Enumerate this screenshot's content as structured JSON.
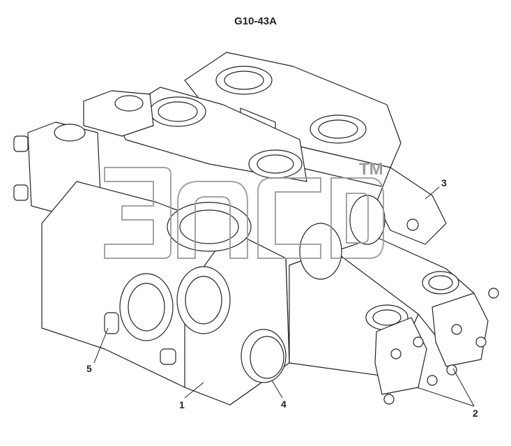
{
  "diagram": {
    "title": "G10-43A",
    "watermark_mark": "TM",
    "callouts": [
      {
        "id": "1",
        "label": "1"
      },
      {
        "id": "2",
        "label": "2"
      },
      {
        "id": "3",
        "label": "3"
      },
      {
        "id": "4",
        "label": "4"
      },
      {
        "id": "5",
        "label": "5"
      }
    ]
  },
  "colors": {
    "line": "#222222",
    "fill": "#ffffff",
    "watermark": "#9a9a9a"
  }
}
